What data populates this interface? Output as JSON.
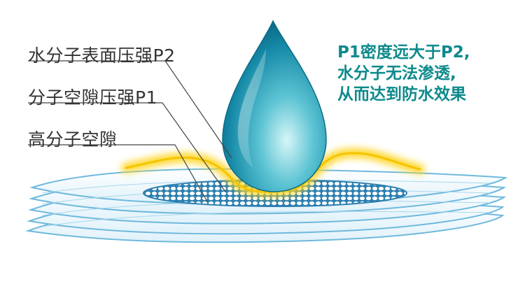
{
  "labels": {
    "surface_pressure": "水分子表面压强P2",
    "pore_pressure": "分子空隙压强P1",
    "polymer_pores": "高分子空隙"
  },
  "description": {
    "line1": "P1密度远大于P2,",
    "line2": "水分子无法渗透,",
    "line3": "从而达到防水效果"
  },
  "colors": {
    "text_gray": "#333333",
    "teal": "#0e8a8c",
    "layer_blue": "#6fb9dd",
    "glow_yellow": "#f5c400",
    "drop_dark": "#0b6e86",
    "drop_light": "#c9f2f6"
  }
}
